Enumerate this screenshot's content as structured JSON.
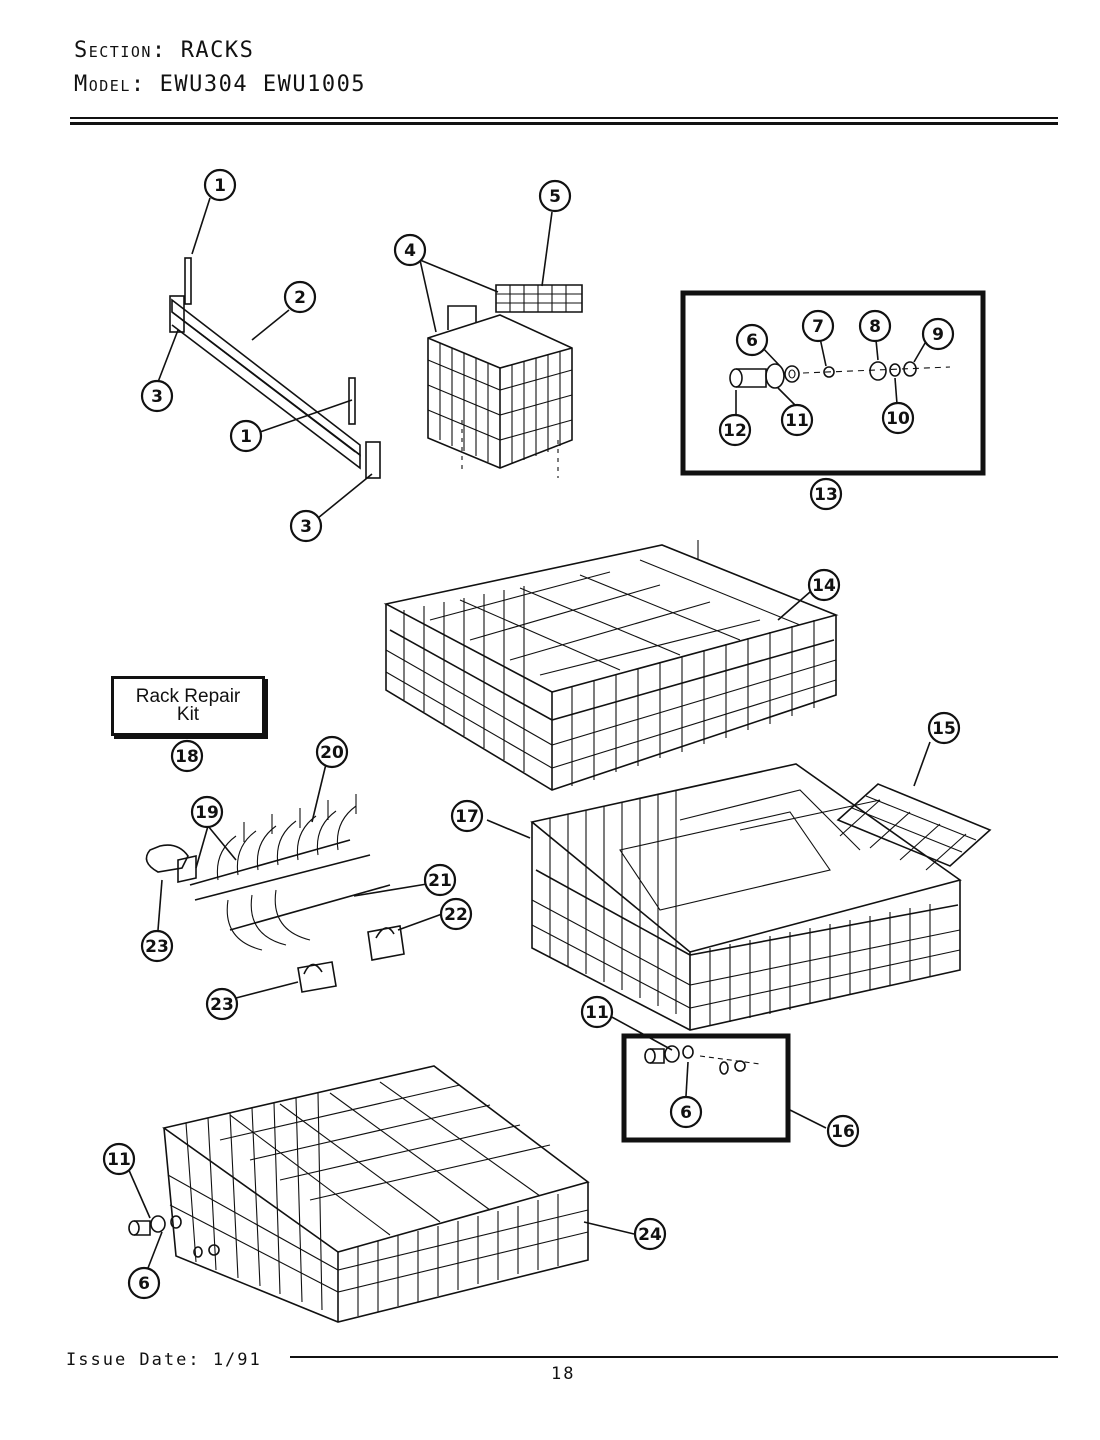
{
  "header": {
    "section_label": "Section:",
    "section_value": "RACKS",
    "model_label": "Model:",
    "model_value": "EWU304 EWU1005"
  },
  "kit_label": "Rack Repair\nKit",
  "callouts": {
    "c1a": "1",
    "c1b": "1",
    "c2": "2",
    "c3a": "3",
    "c3b": "3",
    "c4": "4",
    "c5": "5",
    "c6a": "6",
    "c6b": "6",
    "c6c": "6",
    "c7": "7",
    "c8": "8",
    "c9": "9",
    "c10": "10",
    "c11a": "11",
    "c11b": "11",
    "c11c": "11",
    "c12": "12",
    "c13": "13",
    "c14": "14",
    "c15": "15",
    "c16": "16",
    "c17": "17",
    "c18": "18",
    "c19": "19",
    "c20": "20",
    "c21": "21",
    "c22": "22",
    "c23a": "23",
    "c23b": "23",
    "c24": "24"
  },
  "footer": {
    "issue": "Issue Date: 1/91",
    "page": "18"
  }
}
